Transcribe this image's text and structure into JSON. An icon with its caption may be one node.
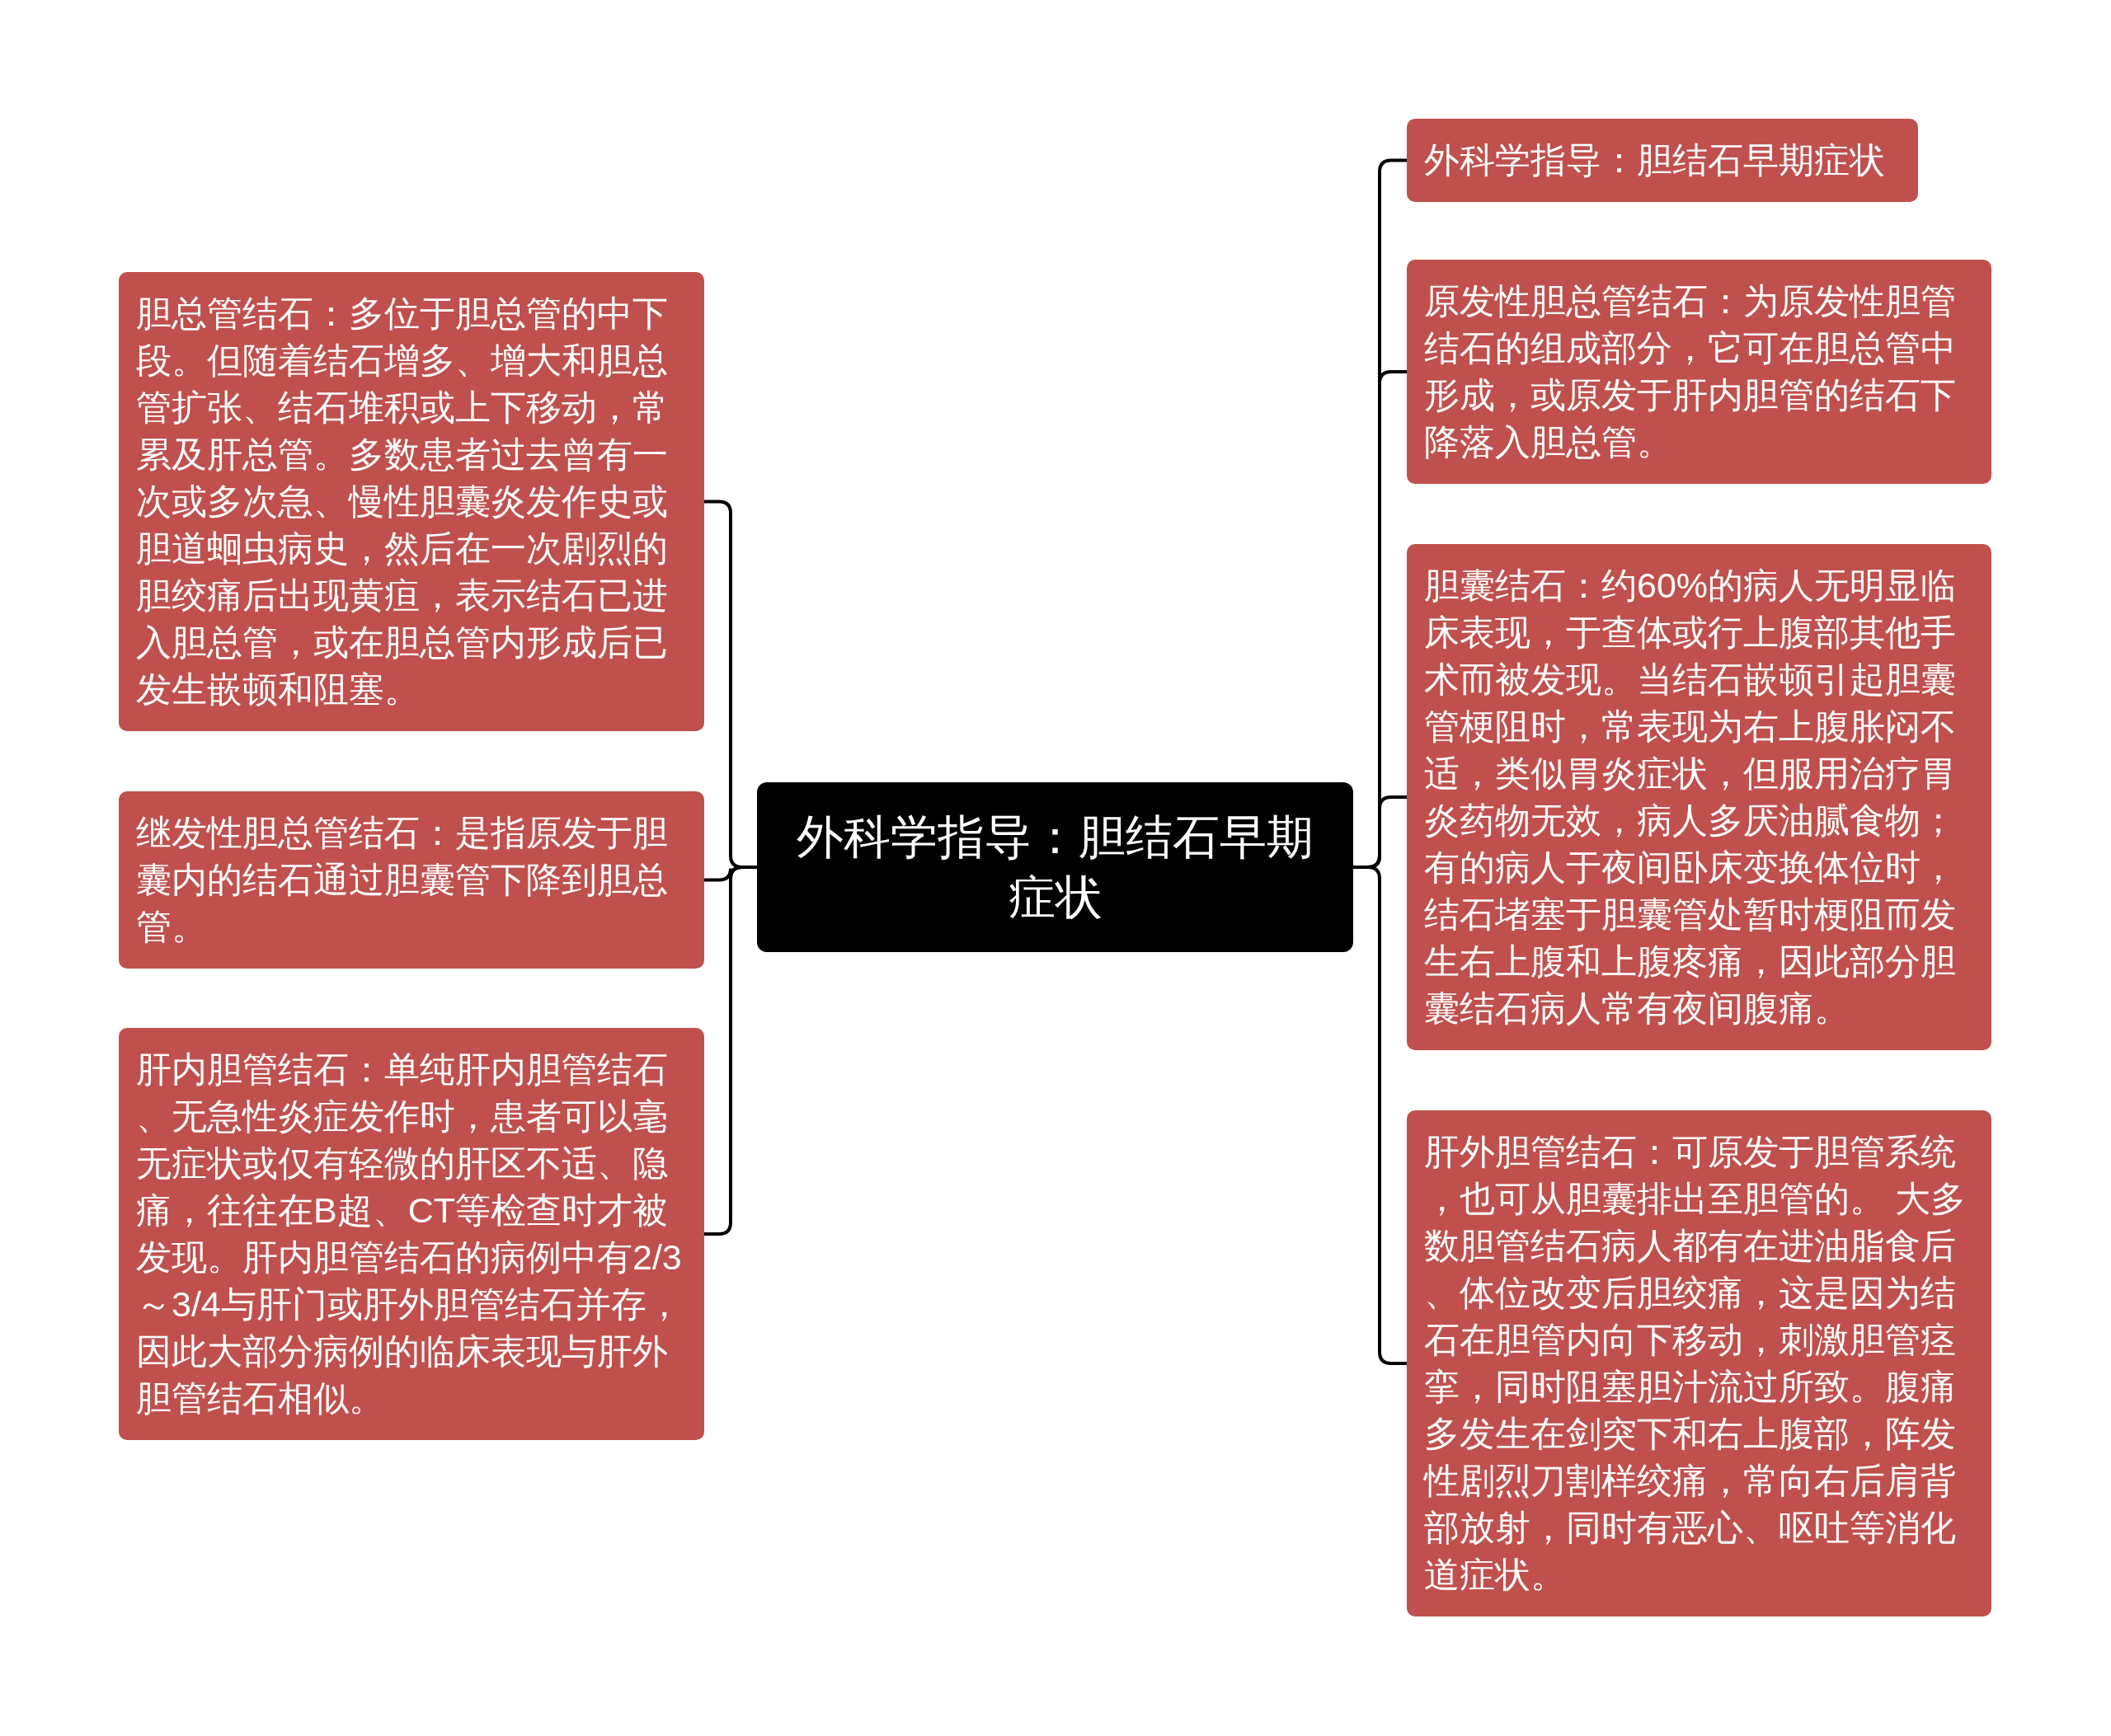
{
  "diagram": {
    "nodes": [
      {
        "text": [
          "外科学指导：胆结石早期症状"
        ]
      },
      {
        "text": [
          "胆总管结石：多位于胆总管的中下段。但随着结石增多、增大和胆总管扩张、结石堆积或上下移动，常累及肝总管。多数患者过去曾有一次或多次急、慢性胆囊炎发作史或胆道蛔虫病史，然后在一次剧烈的胆绞痛后出现黄疸，表示结石已进入胆总管，或在胆总管内形成后已发生嵌顿和阻塞。"
        ]
      },
      {
        "text": [
          "继发性胆总管结石：是指原发于胆囊内的结石通过胆囊管下降到胆总管。"
        ]
      },
      {
        "text": [
          "肝内胆管结石：单纯肝内胆管结石、无急性炎症发作时，患者可以毫无症状或仅有轻微的肝区不适、隐痛，往往在B超、CT等检查时才被发现。肝内胆管结石的病例中有2/3～3/4与肝门或肝外胆管结石并存，因此大部分病例的临床表现与肝外胆管结石相似。"
        ]
      },
      {
        "text": [
          "外科学指导：胆结石早期症状"
        ]
      },
      {
        "text": [
          "原发性胆总管结石：为原发性胆管结石的组成部分，它可在胆总管中形成，或原发于肝内胆管的结石下降落入胆总管。"
        ]
      },
      {
        "text": [
          "胆囊结石：约60%的病人无明显临床表现，于查体或行上腹部其他手术而被发现。当结石嵌顿引起胆囊管梗阻时，常表现为右上腹胀闷不适，类似胃炎症状，但服用治疗胃炎药物无效，病人多厌油腻食物；有的病人于夜间卧床变换体位时，结石堵塞于胆囊管处暂时梗阻而发生右上腹和上腹疼痛，因此部分胆囊结石病人常有夜间腹痛。"
        ]
      },
      {
        "text": [
          "肝外胆管结石：可原发于胆管系统，也可从胆囊排出至胆管的。 大多数胆管结石病人都有在进油脂食后、体位改变后胆绞痛，这是因为结石在胆管内向下移动，刺激胆管痉挛，同时阻塞胆汁流过所致。腹痛多发生在剑突下和右上腹部，阵发性剧烈刀割样绞痛，常向右后肩背部放射，同时有恶心、呕吐等消化道症状。"
        ]
      }
    ],
    "edges": [
      {
        "from": 0,
        "to": 1,
        "arrow": "none"
      },
      {
        "from": 0,
        "to": 2,
        "arrow": "none"
      },
      {
        "from": 0,
        "to": 3,
        "arrow": "none"
      },
      {
        "from": 0,
        "to": 4,
        "arrow": "none"
      },
      {
        "from": 0,
        "to": 5,
        "arrow": "none"
      },
      {
        "from": 0,
        "to": 6,
        "arrow": "none"
      },
      {
        "from": 0,
        "to": 7,
        "arrow": "none"
      }
    ]
  }
}
